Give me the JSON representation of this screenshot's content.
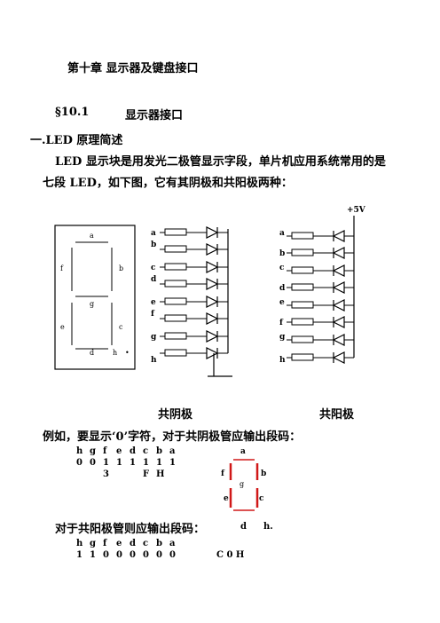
{
  "chapter_title": "第十章  显示器及键盘接口",
  "section": {
    "number": "§10.1",
    "title": "显示器接口"
  },
  "subsection": "一.LED 原理简述",
  "intro": {
    "line1": "LED 显示块是用发光二极管显示字段，单片机应用系统常用的是",
    "line2": "七段 LED，如下图，它有其阴极和共阳极两种："
  },
  "figure": {
    "vcc": "+5V",
    "display_labels": {
      "a": "a",
      "b": "b",
      "c": "c",
      "d": "d",
      "e": "e",
      "f": "f",
      "g": "g",
      "h": "h",
      "dot": "•"
    },
    "cathode_pins": [
      "a",
      "b",
      "c",
      "d",
      "e",
      "f",
      "g",
      "h"
    ],
    "anode_pins": [
      "a",
      "b",
      "c",
      "d",
      "e",
      "f",
      "g",
      "h"
    ],
    "caption_cathode": "共阴极",
    "caption_anode": "共阳极"
  },
  "example": {
    "text": "例如，要显示‘0’字符，对于共阴极管应输出段码：",
    "header": [
      "h",
      "g",
      "f",
      "e",
      "d",
      "c",
      "b",
      "a"
    ],
    "bits": [
      "0",
      "0",
      "1",
      "1",
      "1",
      "1",
      "1",
      "1"
    ],
    "hex_hi": "3",
    "hex_lo": "F",
    "hex_suffix": "H",
    "zero_labels": {
      "a": "a",
      "b": "b",
      "c": "c",
      "e": "e",
      "f": "f",
      "g": "g"
    }
  },
  "anode_example": {
    "text": "对于共阳极管则应输出段码：",
    "extra_d": "d",
    "extra_h": "h.",
    "header": [
      "h",
      "g",
      "f",
      "e",
      "d",
      "c",
      "b",
      "a"
    ],
    "bits": [
      "1",
      "1",
      "0",
      "0",
      "0",
      "0",
      "0",
      "0"
    ],
    "hex": "C 0 H"
  },
  "colors": {
    "segment_red": "#d01818",
    "line": "#000000"
  }
}
